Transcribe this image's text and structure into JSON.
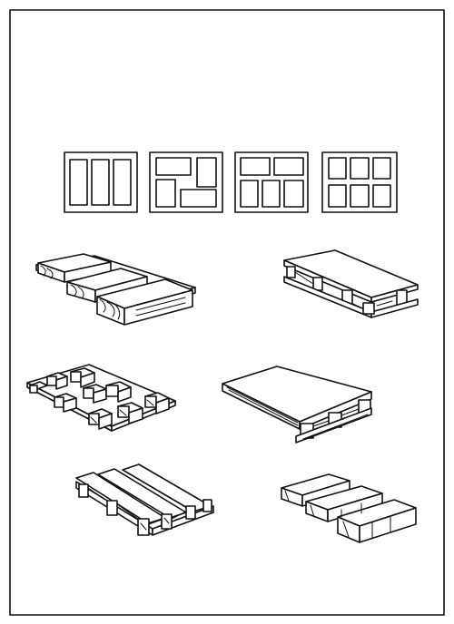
{
  "figure": {
    "ink_color": "#111111",
    "paper_color": "#ffffff",
    "layout_patterns": [
      {
        "name": "three-vertical-panels"
      },
      {
        "name": "pinwheel-panels"
      },
      {
        "name": "two-over-three-panels"
      },
      {
        "name": "three-by-two-grid"
      }
    ],
    "pallets": [
      {
        "name": "three-runner-skid"
      },
      {
        "name": "double-deck-block-pallet"
      },
      {
        "name": "nine-block-base"
      },
      {
        "name": "solid-top-block-pallet"
      },
      {
        "name": "stringer-pallet-open"
      },
      {
        "name": "stringer-pallet-short"
      }
    ]
  }
}
